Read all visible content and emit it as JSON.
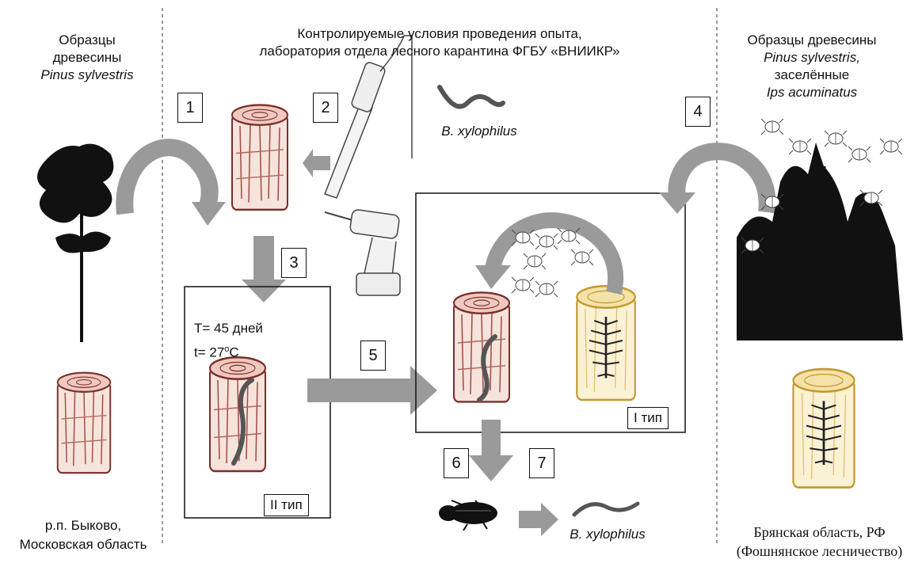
{
  "left": {
    "title_lines": [
      "Образцы",
      "древесины"
    ],
    "species": "Pinus sylvestris",
    "location_lines": [
      "р.п. Быково,",
      "Московская область"
    ]
  },
  "center": {
    "title_lines": [
      "Контролируемые условия проведения опыта,",
      "лаборатория отдела лесного карантина ФГБУ «ВНИИКР»"
    ],
    "nematode_top": "B. xylophilus",
    "nematode_bottom": "B. xylophilus",
    "conditions": {
      "T_prefix": "T= 45 дней",
      "t_prefix": "t= 27",
      "t_sup": "o",
      "t_suffix": "C"
    },
    "type_II_label": "II тип",
    "type_I_label": "I тип"
  },
  "right": {
    "title_line1": "Образцы древесины",
    "species": "Pinus sylvestris,",
    "title_line3": "заселённые",
    "beetle": "Ips acuminatus",
    "location_lines": [
      "Брянская область, РФ",
      "(Фошнянское лесничество)"
    ]
  },
  "steps": [
    "1",
    "2",
    "3",
    "4",
    "5",
    "6",
    "7"
  ],
  "colors": {
    "arrow": "#9a9a9a",
    "log_red": "#a04a42",
    "log_yellow": "#d9ad3c",
    "divider": "#555555"
  }
}
